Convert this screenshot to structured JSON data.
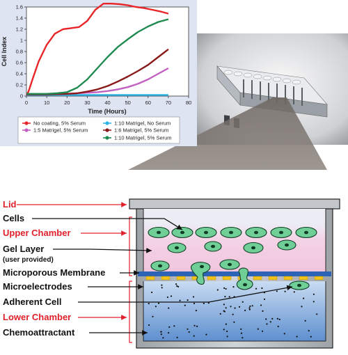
{
  "chart_data": {
    "type": "line",
    "xlabel": "Time (Hours)",
    "ylabel": "Cell Index",
    "xlim": [
      0,
      80
    ],
    "ylim": [
      0,
      1.6
    ],
    "x_ticks": [
      "0",
      "10",
      "20",
      "30",
      "40",
      "50",
      "60",
      "70",
      "80"
    ],
    "y_ticks": [
      "0",
      "0.2",
      "0.4",
      "0.6",
      "0.8",
      "1",
      "1.2",
      "1.4",
      "1.6"
    ],
    "grid": false,
    "legend_position": "bottom",
    "series": [
      {
        "name": "No coating, 5% Serum",
        "color": "#e8262a",
        "x": [
          0,
          1,
          3,
          6,
          10,
          14,
          18,
          22,
          26,
          30,
          34,
          38,
          42,
          46,
          50,
          54,
          58,
          62,
          66,
          70
        ],
        "y": [
          0.02,
          0.08,
          0.3,
          0.62,
          0.92,
          1.12,
          1.2,
          1.22,
          1.24,
          1.35,
          1.55,
          1.66,
          1.66,
          1.65,
          1.63,
          1.6,
          1.58,
          1.55,
          1.52,
          1.48
        ]
      },
      {
        "name": "1:10 Matrigel, No Serum",
        "color": "#29b6e6",
        "x": [
          0,
          10,
          20,
          30,
          40,
          50,
          60,
          70
        ],
        "y": [
          0.02,
          0.02,
          0.02,
          0.02,
          0.02,
          0.02,
          0.02,
          0.02
        ]
      },
      {
        "name": "1:5 Matrigel, 5% Serum",
        "color": "#c060c0",
        "x": [
          0,
          10,
          20,
          25,
          30,
          35,
          40,
          45,
          50,
          55,
          60,
          65,
          70
        ],
        "y": [
          0.03,
          0.03,
          0.04,
          0.05,
          0.06,
          0.07,
          0.09,
          0.12,
          0.16,
          0.22,
          0.3,
          0.4,
          0.5
        ]
      },
      {
        "name": "1:6 Matrigel, 5% Serum",
        "color": "#8a1a1a",
        "x": [
          0,
          10,
          20,
          25,
          30,
          35,
          40,
          45,
          50,
          55,
          60,
          65,
          70
        ],
        "y": [
          0.03,
          0.03,
          0.04,
          0.05,
          0.08,
          0.12,
          0.18,
          0.26,
          0.35,
          0.45,
          0.56,
          0.7,
          0.84
        ]
      },
      {
        "name": "1:10 Matrigel, 5% Serum",
        "color": "#1e8a50",
        "x": [
          0,
          5,
          10,
          15,
          20,
          25,
          30,
          35,
          40,
          45,
          50,
          55,
          60,
          65,
          70
        ],
        "y": [
          0.04,
          0.04,
          0.04,
          0.05,
          0.07,
          0.15,
          0.3,
          0.5,
          0.7,
          0.88,
          1.02,
          1.15,
          1.25,
          1.33,
          1.38
        ]
      }
    ]
  },
  "diagram": {
    "labels": {
      "lid": "Lid",
      "cells": "Cells",
      "upper_chamber": "Upper Chamber",
      "gel_layer": "Gel Layer",
      "gel_layer_note": "(user provided)",
      "microporous_membrane": "Microporous Membrane",
      "microelectrodes": "Microelectrodes",
      "adherent_cell": "Adherent Cell",
      "lower_chamber": "Lower Chamber",
      "chemoattractant": "Chemoattractant"
    },
    "colors": {
      "red_label": "#e0202a",
      "chart_bg": "#dfe4f3",
      "chamber_wall": "#b9bdc2",
      "gel": "#f2cfe2",
      "upper_liquid": "#e7e7f2",
      "lower_liquid": "#7fa8d8",
      "cell_fill": "#6fcf97",
      "membrane_blue": "#2c63b6",
      "electrode_yellow": "#f2c21a"
    }
  }
}
